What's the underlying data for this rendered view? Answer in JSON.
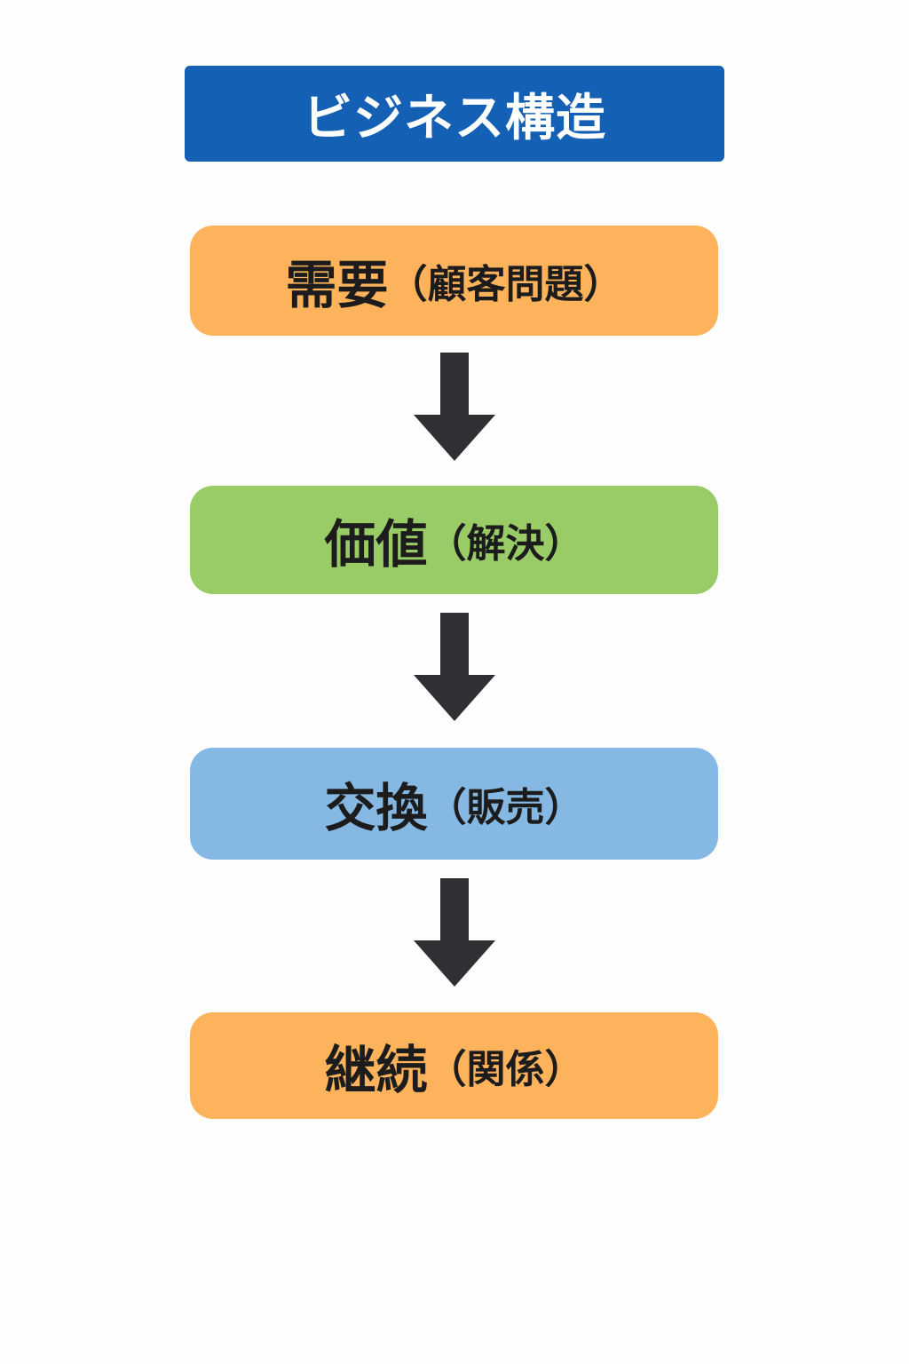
{
  "title": "ビジネス構造",
  "colors": {
    "title_bg": "#1460b5",
    "title_text": "#ffffff",
    "orange": "#fdb35c",
    "green": "#99cb66",
    "blue": "#86b8e4",
    "arrow": "#2e3033",
    "text": "#1c1c1c"
  },
  "steps": [
    {
      "main": "需要",
      "sub": "（顧客問題）",
      "color": "orange"
    },
    {
      "main": "価値",
      "sub": "（解決）",
      "color": "green"
    },
    {
      "main": "交換",
      "sub": "（販売）",
      "color": "blue"
    },
    {
      "main": "継続",
      "sub": "（関係）",
      "color": "orange"
    }
  ],
  "connectors": [
    {
      "from": "需要",
      "to": "価値",
      "icon": "down-arrow-icon"
    },
    {
      "from": "価値",
      "to": "交換",
      "icon": "down-arrow-icon"
    },
    {
      "from": "交換",
      "to": "継続",
      "icon": "down-arrow-icon"
    }
  ]
}
